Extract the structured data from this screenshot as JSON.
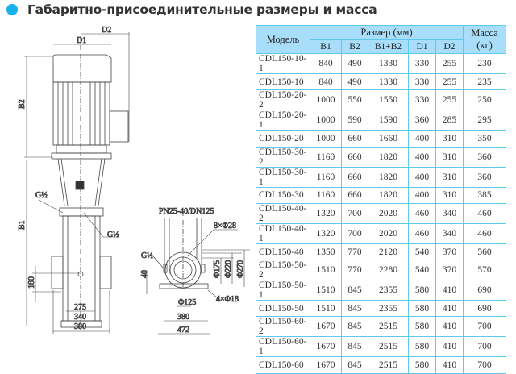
{
  "title": "Габаритно-присоединительные размеры и масса",
  "colors": {
    "accent": "#1ab0ec",
    "header_bg": "#a9defa",
    "border": "#5ec9ee"
  },
  "drawing": {
    "labels": {
      "d1": "D1",
      "d2": "D2",
      "b1": "B1",
      "b2": "B2",
      "g_top": "G½",
      "g_right": "G½",
      "g_side": "G½",
      "h180": "180",
      "w275": "275",
      "w340": "340",
      "w380": "380",
      "flange": "PN25-40/DN125",
      "holes8": "8×Φ28",
      "holes4": "4×Φ18",
      "h40": "40",
      "phi175": "Φ175",
      "phi220": "Φ220",
      "phi270": "Φ270",
      "w125": "Φ125",
      "base380": "380",
      "base472": "472"
    }
  },
  "table": {
    "headers": {
      "model": "Модель",
      "size": "Размер (мм)",
      "mass": "Масса (кг)",
      "cols": [
        "B1",
        "B2",
        "B1+B2",
        "D1",
        "D2"
      ]
    },
    "rows": [
      [
        "CDL150-10-1",
        "840",
        "490",
        "1330",
        "330",
        "255",
        "230"
      ],
      [
        "CDL150-10",
        "840",
        "490",
        "1330",
        "330",
        "255",
        "235"
      ],
      [
        "CDL150-20-2",
        "1000",
        "550",
        "1550",
        "330",
        "255",
        "250"
      ],
      [
        "CDL150-20-1",
        "1000",
        "590",
        "1590",
        "360",
        "285",
        "295"
      ],
      [
        "CDL150-20",
        "1000",
        "660",
        "1660",
        "400",
        "310",
        "350"
      ],
      [
        "CDL150-30-2",
        "1160",
        "660",
        "1820",
        "400",
        "310",
        "360"
      ],
      [
        "CDL150-30-1",
        "1160",
        "660",
        "1820",
        "400",
        "310",
        "360"
      ],
      [
        "CDL150-30",
        "1160",
        "660",
        "1820",
        "400",
        "310",
        "385"
      ],
      [
        "CDL150-40-2",
        "1320",
        "700",
        "2020",
        "460",
        "340",
        "460"
      ],
      [
        "CDL150-40-1",
        "1320",
        "700",
        "2020",
        "460",
        "340",
        "460"
      ],
      [
        "CDL150-40",
        "1350",
        "770",
        "2120",
        "540",
        "370",
        "560"
      ],
      [
        "CDL150-50-2",
        "1510",
        "770",
        "2280",
        "540",
        "370",
        "570"
      ],
      [
        "CDL150-50-1",
        "1510",
        "845",
        "2355",
        "580",
        "410",
        "690"
      ],
      [
        "CDL150-50",
        "1510",
        "845",
        "2355",
        "580",
        "410",
        "690"
      ],
      [
        "CDL150-60-2",
        "1670",
        "845",
        "2515",
        "580",
        "410",
        "700"
      ],
      [
        "CDL150-60-1",
        "1670",
        "845",
        "2515",
        "580",
        "410",
        "700"
      ],
      [
        "CDL150-60",
        "1670",
        "845",
        "2515",
        "580",
        "410",
        "700"
      ]
    ]
  }
}
